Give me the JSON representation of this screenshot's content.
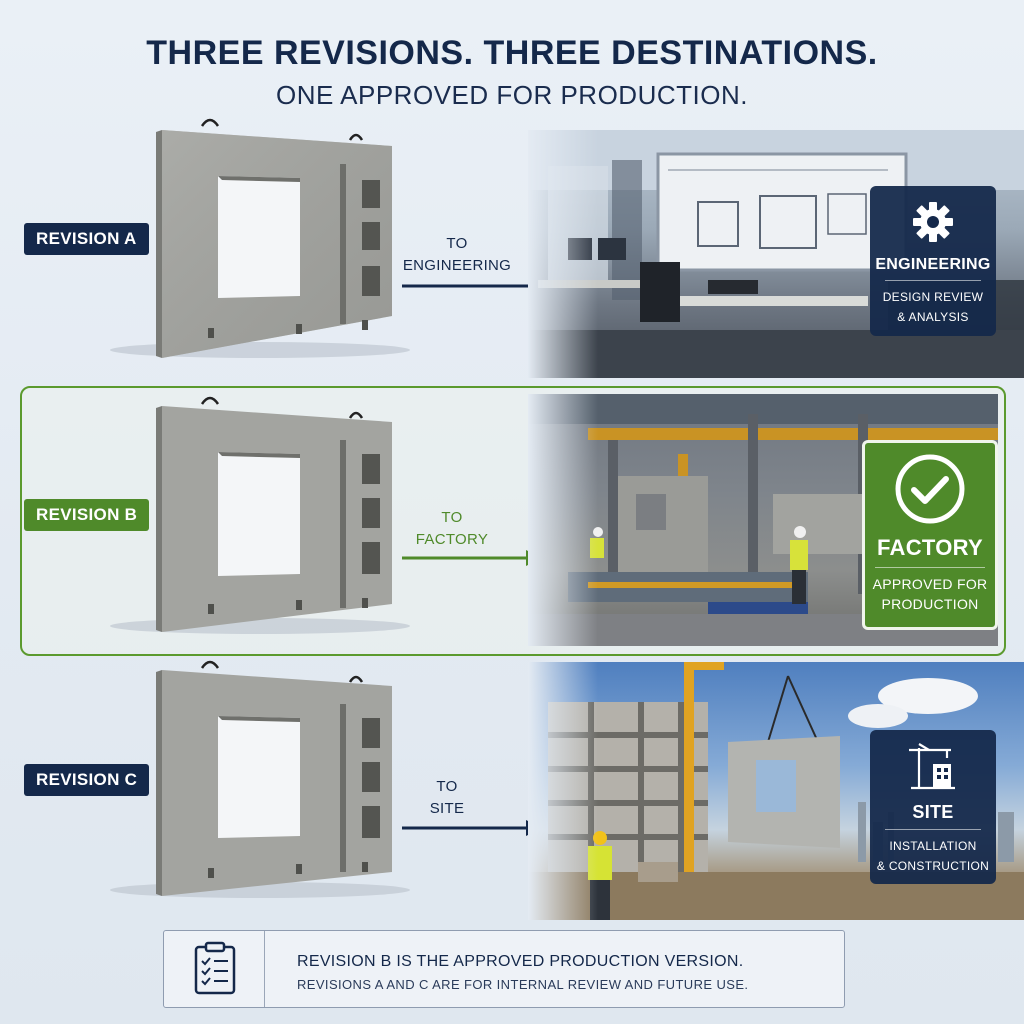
{
  "header": {
    "title": "THREE REVISIONS. THREE DESTINATIONS.",
    "subtitle": "ONE APPROVED FOR PRODUCTION."
  },
  "revisions": [
    {
      "label": "REVISION A",
      "arrow_line1": "TO",
      "arrow_line2": "ENGINEERING",
      "dest_title": "ENGINEERING",
      "dest_desc_1": "DESIGN REVIEW",
      "dest_desc_2": "& ANALYSIS",
      "icon": "gear-icon",
      "color": "#14284a"
    },
    {
      "label": "REVISION B",
      "arrow_line1": "TO",
      "arrow_line2": "FACTORY",
      "dest_title": "FACTORY",
      "dest_desc_1": "APPROVED FOR",
      "dest_desc_2": "PRODUCTION",
      "icon": "check-circle-icon",
      "color": "#4f8a2a"
    },
    {
      "label": "REVISION C",
      "arrow_line1": "TO",
      "arrow_line2": "SITE",
      "dest_title": "SITE",
      "dest_desc_1": "INSTALLATION",
      "dest_desc_2": "& CONSTRUCTION",
      "icon": "crane-building-icon",
      "color": "#14284a"
    }
  ],
  "note": {
    "icon": "clipboard-checklist-icon",
    "line1": "REVISION B IS THE APPROVED PRODUCTION VERSION.",
    "line2": "REVISIONS A AND C ARE FOR INTERNAL REVIEW AND FUTURE USE."
  }
}
